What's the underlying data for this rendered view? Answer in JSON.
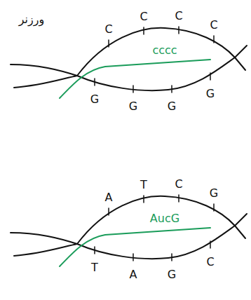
{
  "diagram": {
    "labels": [
      "ورزنر",
      "C",
      "C",
      "C",
      "C",
      "cccc",
      "G",
      "G",
      "G",
      "G",
      "A",
      "T",
      "C",
      "G",
      "AucG",
      "T",
      "A",
      "G",
      "C"
    ]
  }
}
